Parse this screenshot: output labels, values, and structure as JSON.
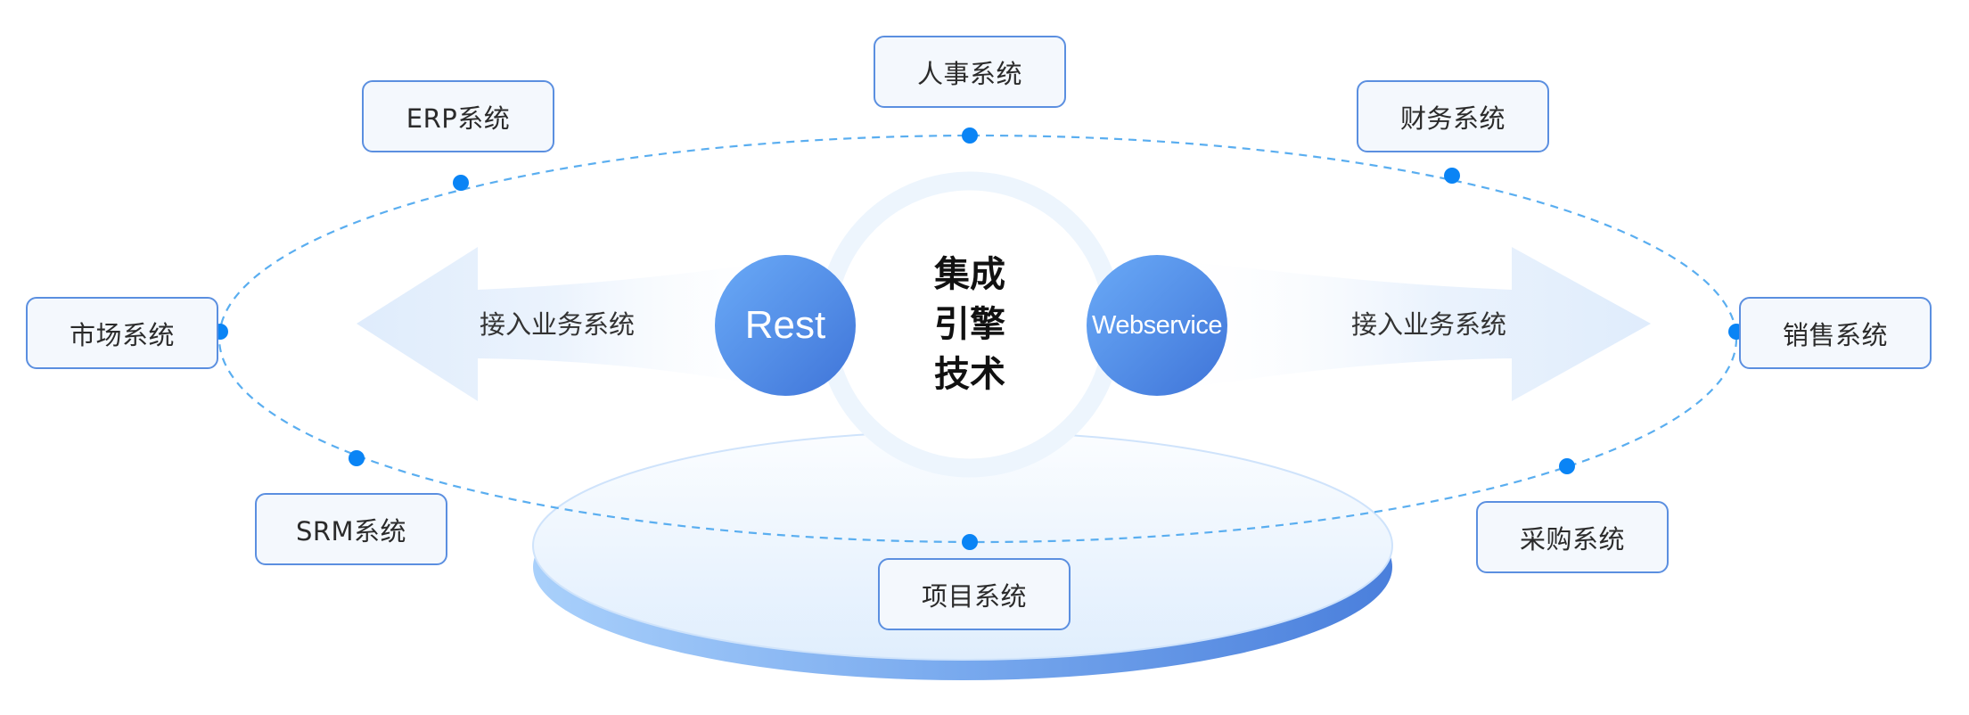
{
  "diagram": {
    "center": {
      "lines": [
        "集成",
        "引擎",
        "技术"
      ]
    },
    "protocols": [
      {
        "id": "rest",
        "label": "Rest"
      },
      {
        "id": "webservice",
        "label": "Webservice"
      }
    ],
    "arrows": {
      "left_label": "接入业务系统",
      "right_label": "接入业务系统"
    },
    "systems": [
      {
        "id": "hr",
        "label": "人事系统"
      },
      {
        "id": "erp",
        "label": "ERP系统"
      },
      {
        "id": "finance",
        "label": "财务系统"
      },
      {
        "id": "market",
        "label": "市场系统"
      },
      {
        "id": "sales",
        "label": "销售系统"
      },
      {
        "id": "srm",
        "label": "SRM系统"
      },
      {
        "id": "purchase",
        "label": "采购系统"
      },
      {
        "id": "project",
        "label": "项目系统"
      }
    ],
    "colors": {
      "accent": "#0a84f5",
      "dash": "#5aaef0",
      "node_border": "#5b8fe0",
      "node_fill": "#f4f8fd",
      "protocol_fill": "#5590e8"
    }
  }
}
